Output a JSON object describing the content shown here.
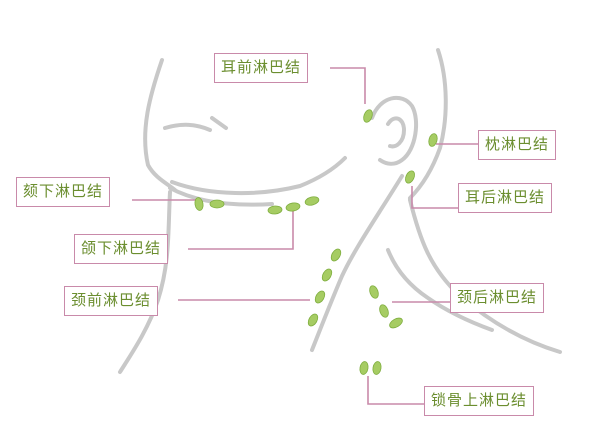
{
  "colors": {
    "outline": "#c8c8c8",
    "leader": "#c98aaa",
    "node_fill": "#a6cc63",
    "label_text": "#6b8e2f"
  },
  "labels": {
    "preauricular": "耳前淋巴结",
    "occipital": "枕淋巴结",
    "submental": "颏下淋巴结",
    "postauricular": "耳后淋巴结",
    "submandibular": "颌下淋巴结",
    "anterior_cervical": "颈前淋巴结",
    "posterior_cervical": "颈后淋巴结",
    "supraclavicular": "锁骨上淋巴结"
  }
}
